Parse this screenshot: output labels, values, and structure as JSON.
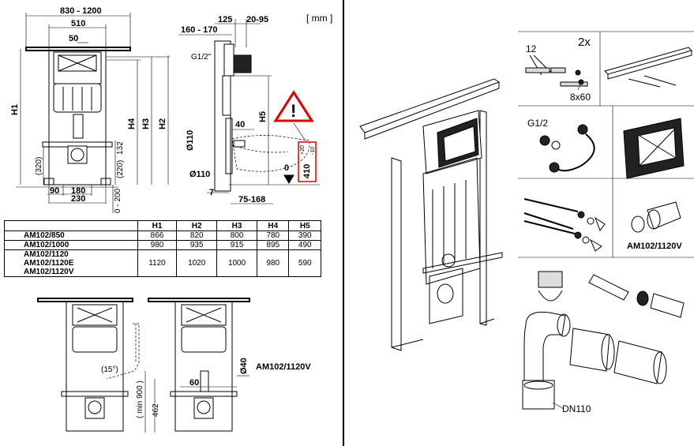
{
  "unit": "[ mm ]",
  "front_view": {
    "width_range": "830 - 1200",
    "frame_width": "510",
    "top_offset": "50",
    "heights": [
      "H1",
      "H4",
      "H3",
      "H2"
    ],
    "bottom_dims": [
      "90",
      "180",
      "230"
    ],
    "side_dims": [
      "(320)",
      "132",
      "(220)"
    ],
    "floor_range": "0 - 200"
  },
  "side_view": {
    "dims_top": [
      "125",
      "20-95",
      "160 - 170"
    ],
    "thread": "G1/2\"",
    "h5": "H5",
    "d40": "40",
    "d110a": "Ø110",
    "d110b": "Ø110",
    "d7": "7",
    "range_75": "75-168",
    "zero": "0",
    "seat_height": "410",
    "seat_tol_plus": "+20",
    "seat_tol_minus": "-10"
  },
  "table": {
    "headers": [
      "",
      "H1",
      "H2",
      "H3",
      "H4",
      "H5"
    ],
    "rows": [
      {
        "model": [
          "AM102/850"
        ],
        "values": [
          "866",
          "820",
          "800",
          "780",
          "390"
        ]
      },
      {
        "model": [
          "AM102/1000"
        ],
        "values": [
          "980",
          "935",
          "915",
          "895",
          "490"
        ]
      },
      {
        "model": [
          "AM102/1120",
          "AM102/1120E",
          "AM102/1120V"
        ],
        "values": [
          "1120",
          "1020",
          "1000",
          "980",
          "590"
        ]
      }
    ]
  },
  "bottom_views": {
    "angle": "(15°)",
    "min_height": "( min 900 )",
    "h462": "462",
    "d60": "60",
    "d40": "Ø40",
    "model": "AM102/1120V"
  },
  "parts": {
    "count": "2x",
    "screw_len": "12",
    "anchor": "8x60",
    "thread": "G1/2",
    "model": "AM102/1120V",
    "pipe": "DN110"
  }
}
